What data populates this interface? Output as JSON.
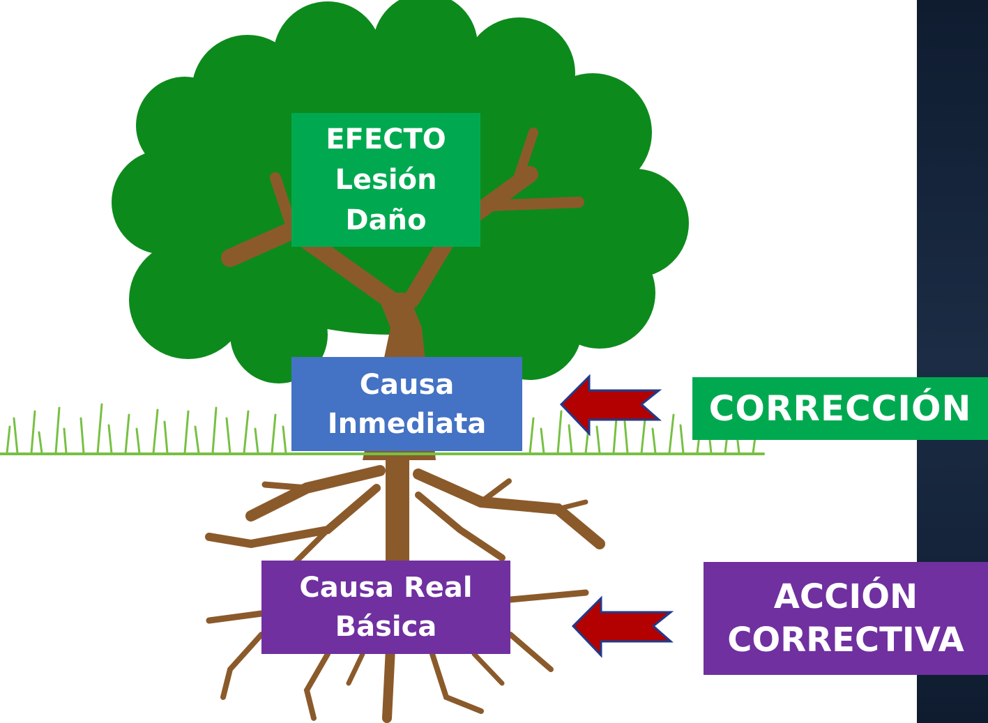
{
  "colors": {
    "effect_box": "#00a950",
    "immediate_box": "#4472c4",
    "root_box": "#7030a0",
    "correction_box": "#00a950",
    "corrective_box": "#7030a0",
    "foliage": "#0d8a1c",
    "trunk": "#8b5a2b",
    "grass": "#77c043",
    "arrow_fill": "#b30000",
    "arrow_outline": "#1f3b8c",
    "panel": "#0f1c30"
  },
  "tree": {
    "effect": {
      "line1": "EFECTO",
      "line2": "Lesión",
      "line3": "Daño"
    },
    "immediate_cause": {
      "line1": "Causa",
      "line2": "Inmediata"
    },
    "root_cause": {
      "line1": "Causa Real",
      "line2": "Básica"
    }
  },
  "actions": {
    "correction": "CORRECCIÓN",
    "corrective_action": {
      "line1": "ACCIÓN",
      "line2": "CORRECTIVA"
    }
  }
}
